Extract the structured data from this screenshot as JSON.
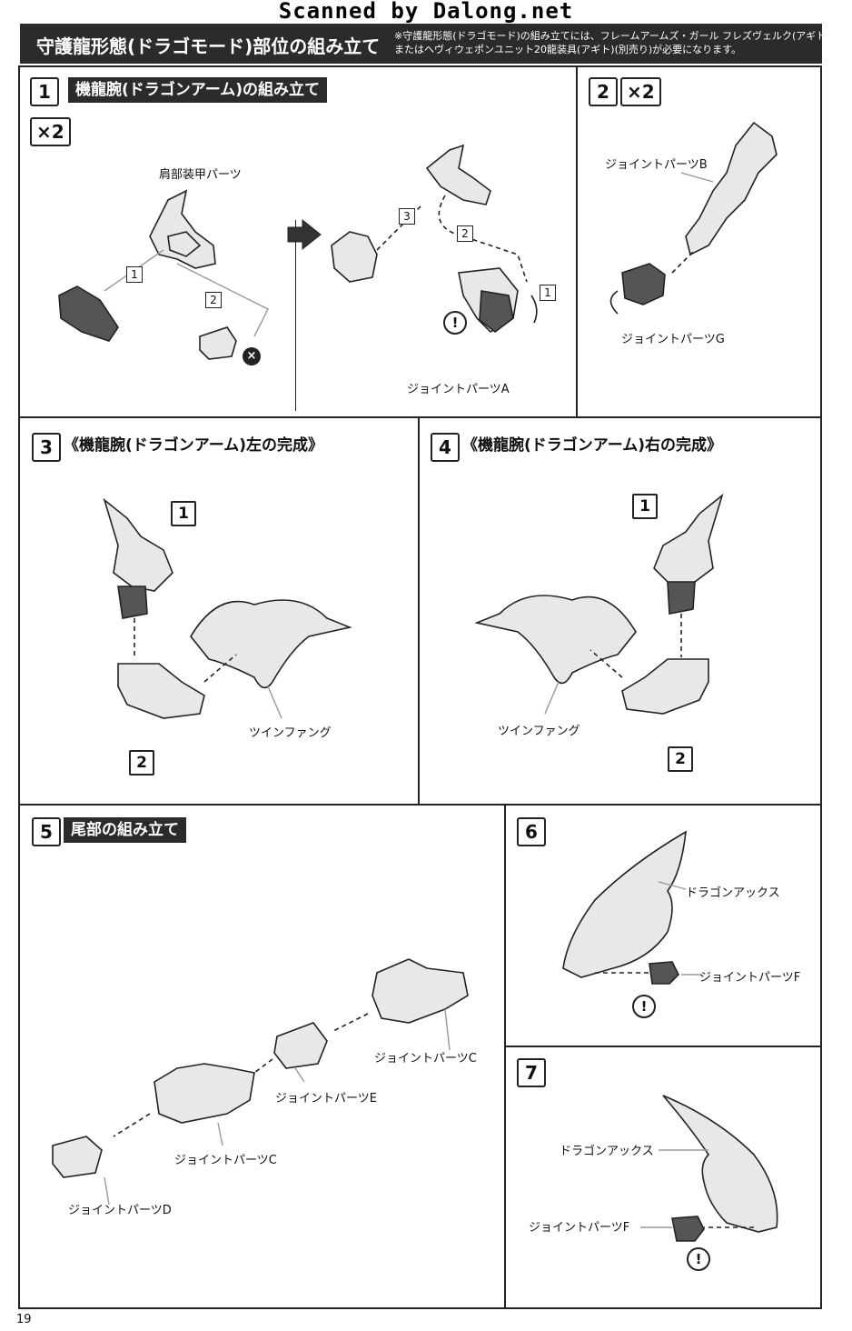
{
  "watermark": "Scanned by Dalong.net",
  "header": {
    "title": "守護龍形態(ドラゴモード)部位の組み立て",
    "note_line1": "※守護龍形態(ドラゴモード)の組み立てには、フレームアームズ・ガール フレズヴェルク(アギト)",
    "note_line2": "またはヘヴィウェポンユニット20龍装具(アギト)(別売り)が必要になります。"
  },
  "steps": [
    {
      "number": "1",
      "title": "機龍腕(ドラゴンアーム)の組み立て",
      "multiplier": "×2",
      "labels": {
        "shoulder_armor": "肩部装甲パーツ",
        "joint_a": "ジョイントパーツA"
      },
      "substeps": [
        "1",
        "2",
        "3"
      ],
      "warning_icon": "!",
      "discard_icon": "×"
    },
    {
      "number": "2",
      "multiplier": "×2",
      "labels": {
        "joint_b": "ジョイントパーツB",
        "joint_g": "ジョイントパーツG"
      }
    },
    {
      "number": "3",
      "title": "《機龍腕(ドラゴンアーム)左の完成》",
      "labels": {
        "twin_fang": "ツインファング"
      },
      "callouts": [
        "1",
        "2"
      ]
    },
    {
      "number": "4",
      "title": "《機龍腕(ドラゴンアーム)右の完成》",
      "labels": {
        "twin_fang": "ツインファング"
      },
      "callouts": [
        "1",
        "2"
      ]
    },
    {
      "number": "5",
      "title": "尾部の組み立て",
      "labels": {
        "joint_c_top": "ジョイントパーツC",
        "joint_e": "ジョイントパーツE",
        "joint_c_mid": "ジョイントパーツC",
        "joint_d": "ジョイントパーツD"
      }
    },
    {
      "number": "6",
      "labels": {
        "dragon_axe": "ドラゴンアックス",
        "joint_f": "ジョイントパーツF"
      },
      "warning_icon": "!"
    },
    {
      "number": "7",
      "labels": {
        "dragon_axe": "ドラゴンアックス",
        "joint_f": "ジョイントパーツF"
      },
      "warning_icon": "!"
    }
  ],
  "page_number": "19"
}
